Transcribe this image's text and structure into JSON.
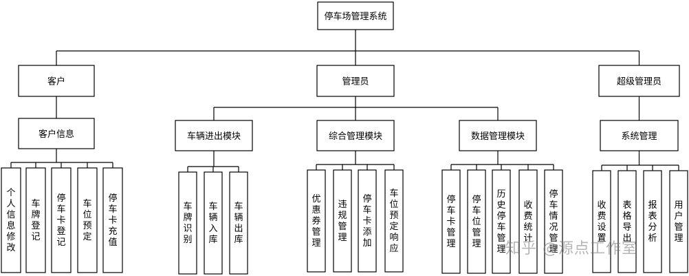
{
  "diagram": {
    "root": "停车场管理系统",
    "level1": [
      "客户",
      "管理员",
      "超级管理员"
    ],
    "modules": [
      "客户信息",
      "车辆进出模块",
      "综合管理模块",
      "数据管理模块",
      "系统管理"
    ],
    "leaves": {
      "客户信息": [
        "个人信息修改",
        "车牌登记",
        "停车卡登记",
        "车位预定",
        "停车卡充值"
      ],
      "车辆进出模块": [
        "车牌识别",
        "车辆入库",
        "车辆出库"
      ],
      "综合管理模块": [
        "优惠券管理",
        "违规管理",
        "停车卡添加",
        "车位预定响应"
      ],
      "数据管理模块": [
        "停车卡管理",
        "停车位管理",
        "历史停车管理",
        "收费统计",
        "停车情况管理"
      ],
      "系统管理": [
        "收费设置",
        "表格导出",
        "报表分析",
        "用户管理"
      ]
    }
  },
  "watermark": "知乎 @源点工作室"
}
